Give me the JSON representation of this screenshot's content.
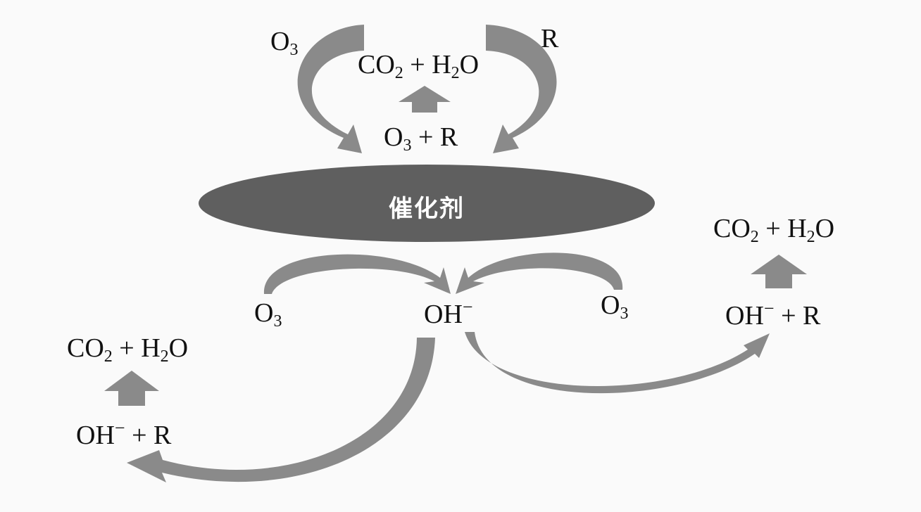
{
  "catalyst": {
    "label": "催化剂"
  },
  "colors": {
    "catalyst_fill": "#5f5f5f",
    "arrow_fill": "#8a8a8a",
    "text": "#111111",
    "background": "#fafafa"
  },
  "top": {
    "reactant_left": {
      "main": "O",
      "sub": "3"
    },
    "reactant_right": {
      "main": "R"
    },
    "product": {
      "a": "CO",
      "a_sub": "2",
      "plus": " + H",
      "b_sub": "2",
      "b_tail": "O"
    },
    "combined": {
      "a": "O",
      "a_sub": "3",
      "tail": " + R"
    }
  },
  "middle": {
    "o3_left": {
      "main": "O",
      "sub": "3"
    },
    "oh": {
      "main": "OH",
      "sup": "−"
    },
    "o3_right": {
      "main": "O",
      "sub": "3"
    }
  },
  "right": {
    "product": {
      "a": "CO",
      "a_sub": "2",
      "plus": " + H",
      "b_sub": "2",
      "b_tail": "O"
    },
    "combined": {
      "main": "OH",
      "sup": "−",
      "tail": " + R"
    }
  },
  "left": {
    "product": {
      "a": "CO",
      "a_sub": "2",
      "plus": " + H",
      "b_sub": "2",
      "b_tail": "O"
    },
    "combined": {
      "main": "OH",
      "sup": "−",
      "tail": " + R"
    }
  }
}
